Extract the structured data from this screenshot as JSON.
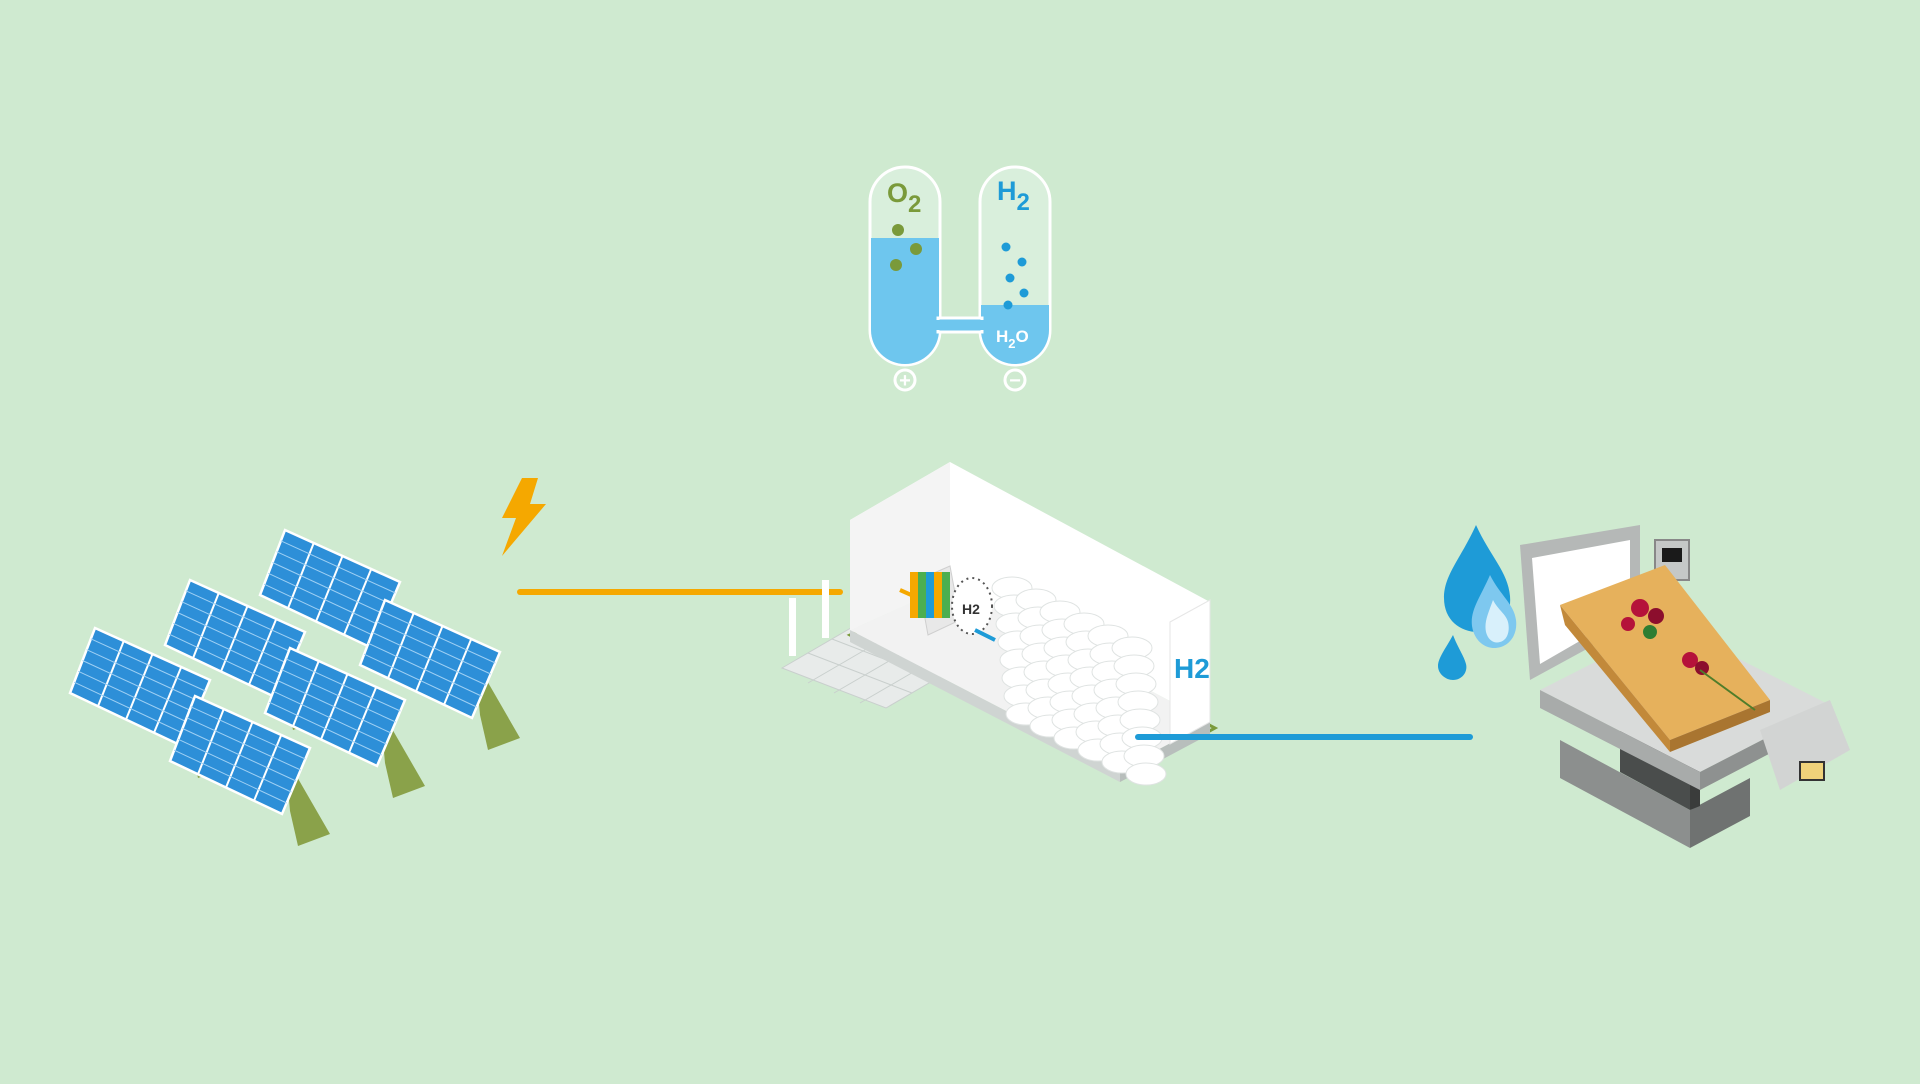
{
  "colors": {
    "background": "#cfead0",
    "power_line": "#f5a800",
    "hydrogen_line": "#1e9bd7",
    "water": "#6ec6ee",
    "oxygen": "#7a9a3a",
    "hydrogen": "#1e9bd7",
    "solar_panel": "#2d8fd8",
    "panel_base": "#8aa24a",
    "coffin": "#e6b15c",
    "flame": "#1e9bd7"
  },
  "electrolysis": {
    "oxygen_label": {
      "main": "O",
      "sub": "2"
    },
    "hydrogen_label": {
      "main": "H",
      "sub": "2"
    },
    "water_label": {
      "main": "H",
      "sub": "2",
      "tail": "O"
    },
    "anode_symbol": "+",
    "cathode_symbol": "−"
  },
  "container": {
    "label": "H2",
    "electrolyzer_label": "H2"
  },
  "icons": [
    "lightning-icon",
    "flame-icon",
    "solar-panel-icon",
    "electrolyzer-icon",
    "cremator-icon"
  ]
}
